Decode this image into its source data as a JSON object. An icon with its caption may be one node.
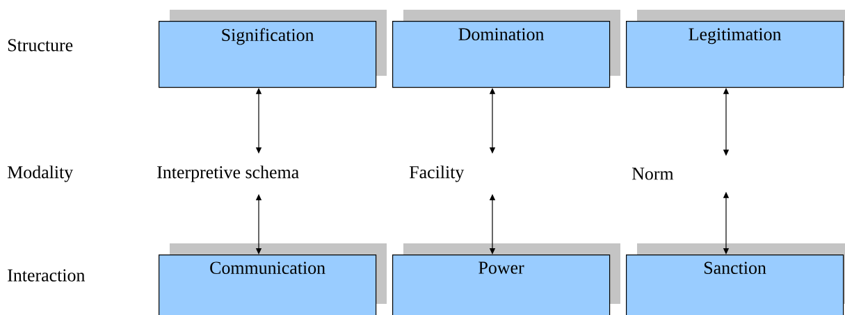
{
  "diagram": {
    "nodes": [
      {
        "text": [
          "Signification"
        ]
      },
      {
        "text": [
          "Domination"
        ]
      },
      {
        "text": [
          "Legitimation"
        ]
      },
      {
        "text": [
          "Communication"
        ]
      },
      {
        "text": [
          "Power"
        ]
      },
      {
        "text": [
          "Sanction"
        ]
      },
      {
        "text": [
          "Interpretive schema"
        ]
      },
      {
        "text": [
          "Facility"
        ]
      },
      {
        "text": [
          "Norm"
        ]
      }
    ],
    "edges": [
      {
        "from": 0,
        "to": 6,
        "arrow": "both"
      },
      {
        "from": 1,
        "to": 7,
        "arrow": "both"
      },
      {
        "from": 2,
        "to": 8,
        "arrow": "both"
      },
      {
        "from": 6,
        "to": 3,
        "arrow": "both"
      },
      {
        "from": 7,
        "to": 4,
        "arrow": "both"
      },
      {
        "from": 8,
        "to": 5,
        "arrow": "both"
      }
    ],
    "labels": [
      "Structure",
      "Modality",
      "Interaction"
    ]
  }
}
